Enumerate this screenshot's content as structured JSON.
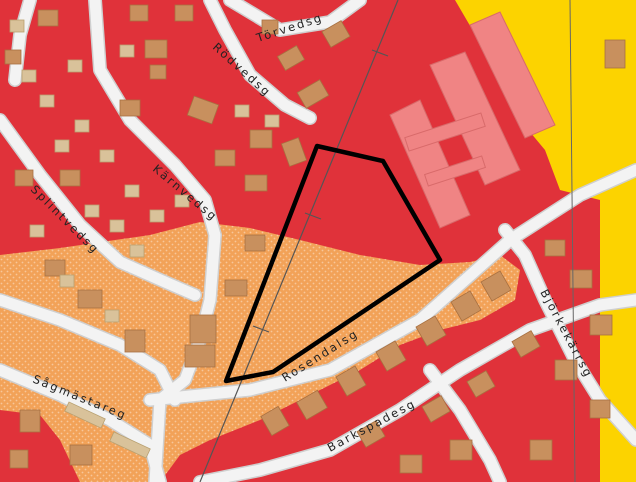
{
  "map": {
    "colors": {
      "zone_red": "#e0323a",
      "zone_orange": "#f2a258",
      "zone_orange_dots": "#f7c79a",
      "zone_yellow": "#fcd300",
      "building_pink": "#f08484",
      "building_brown": "#c8905e",
      "building_tan": "#d9c29a",
      "road": "#f2f2f2",
      "road_edge": "#d0d0d0",
      "boundary_outline": "#000000"
    },
    "street_labels": {
      "torvedsg": "Törvedsg",
      "rodvedsg": "Rödvedsg",
      "karnvedsg": "Kärnvedsg",
      "splintvedsg": "Splintvedsg",
      "rosendalsg": "Rosendalsg",
      "bjorkekarrsg": "Björkekärrsg",
      "sagmastareg": "Sågmästareg",
      "barkspadesg": "Barkspadesg"
    }
  }
}
